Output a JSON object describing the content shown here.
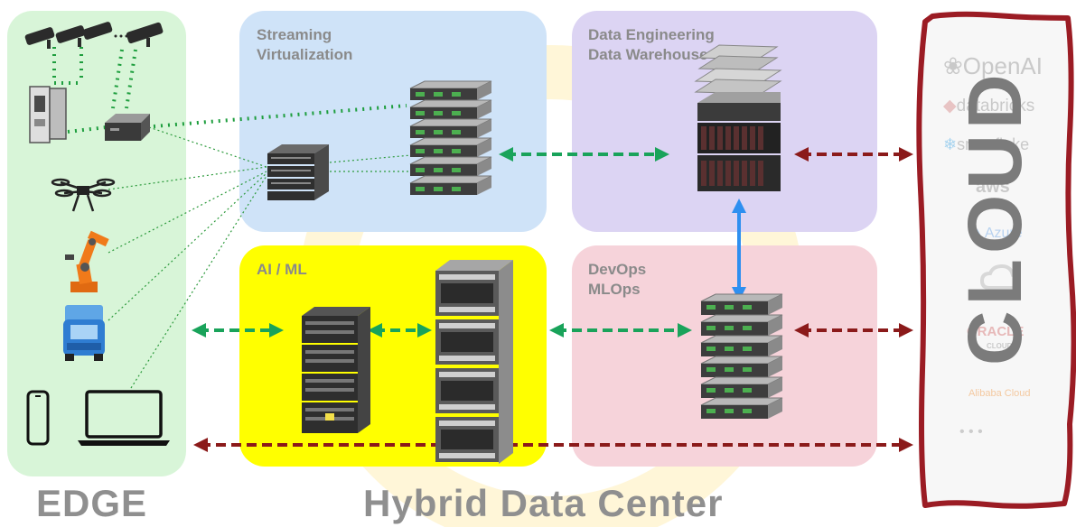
{
  "panels": {
    "streaming": {
      "line1": "Streaming",
      "line2": "Virtualization"
    },
    "data_eng": {
      "line1": "Data Engineering",
      "line2": "Data Warehouse"
    },
    "aiml": {
      "title": "AI / ML"
    },
    "devops": {
      "line1": "DevOps",
      "line2": "MLOps"
    }
  },
  "labels": {
    "edge": "EDGE",
    "hybrid": "Hybrid Data Center",
    "cloud": "CLOUD"
  },
  "cloud_logos": {
    "openai": "OpenAI",
    "databricks": "databricks",
    "snowflake": "snowflake",
    "aws": "aws",
    "azure": "Azure",
    "oracle": "ORACLE",
    "oracle_sub": "CLOUD",
    "alibaba": "Alibaba Cloud",
    "more": "•  •  •"
  },
  "colors": {
    "edge_panel": "#d8f5d8",
    "streaming_panel": "#cfe3f8",
    "data_eng_panel": "#dcd4f3",
    "aiml_panel": "#ffff00",
    "devops_panel": "#f6d3da",
    "green_arrow": "#19a35a",
    "red_arrow": "#8b1a1a",
    "blue_arrow": "#2e8ff0",
    "cloud_border": "#9b1c24"
  }
}
